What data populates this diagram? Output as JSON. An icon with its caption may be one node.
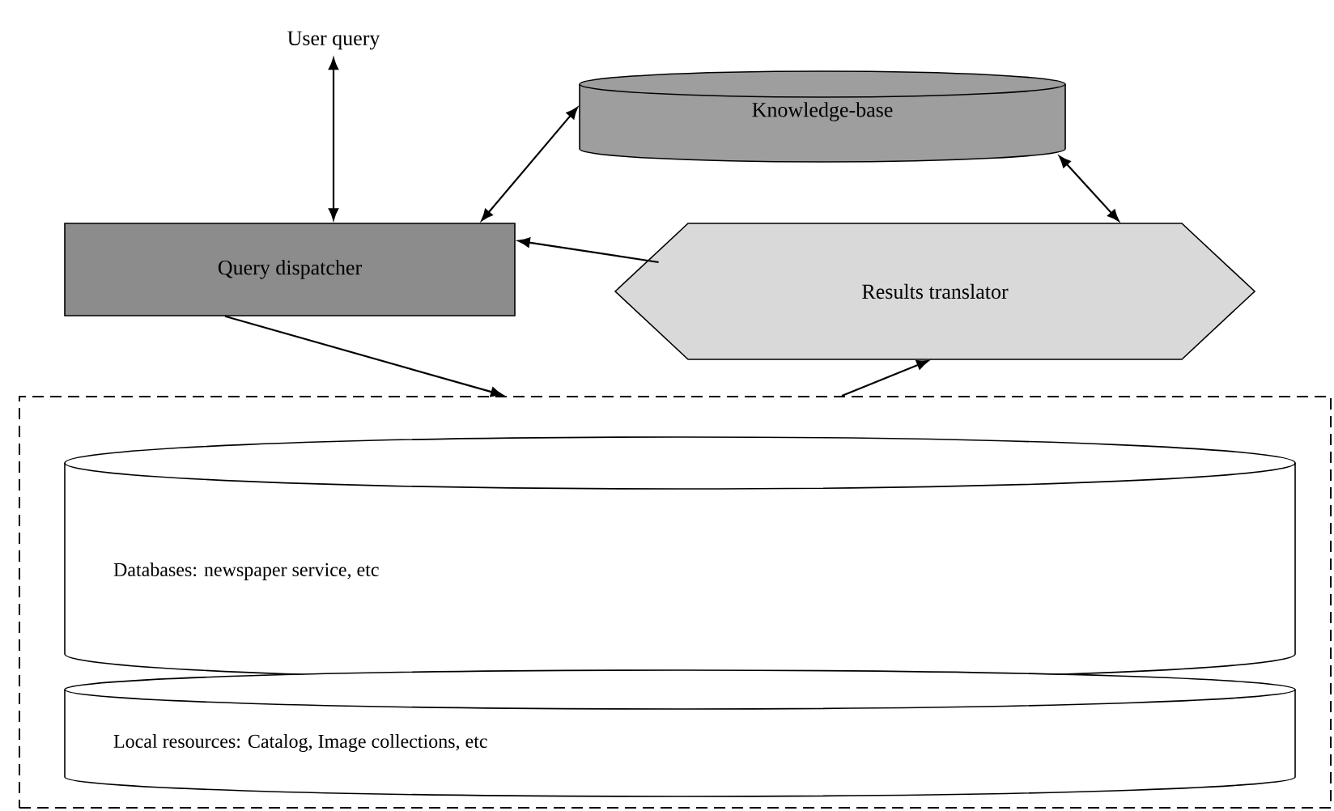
{
  "diagram": {
    "nodes": [
      {
        "text": [
          "User query"
        ]
      },
      {
        "text": [
          "Query dispatcher"
        ]
      },
      {
        "text": [
          "Knowledge-base"
        ]
      },
      {
        "text": [
          "Results translator"
        ]
      },
      {
        "text": [],
        "shape": "box"
      },
      {
        "text": [
          "Databases: newspaper service, etc"
        ],
        "in": 4
      },
      {
        "text": [
          "Local resources: Catalog, Image collections, etc"
        ],
        "in": 4
      }
    ],
    "edges": [
      {
        "from": 0,
        "to": 1,
        "arrow": "both"
      },
      {
        "from": 1,
        "to": 2,
        "arrow": "both"
      },
      {
        "from": 2,
        "to": 3,
        "arrow": "both"
      },
      {
        "from": 3,
        "to": 1,
        "arrow": "to"
      },
      {
        "from": 1,
        "to": 4,
        "arrow": "to"
      },
      {
        "from": 4,
        "to": 3,
        "arrow": "to"
      }
    ]
  }
}
